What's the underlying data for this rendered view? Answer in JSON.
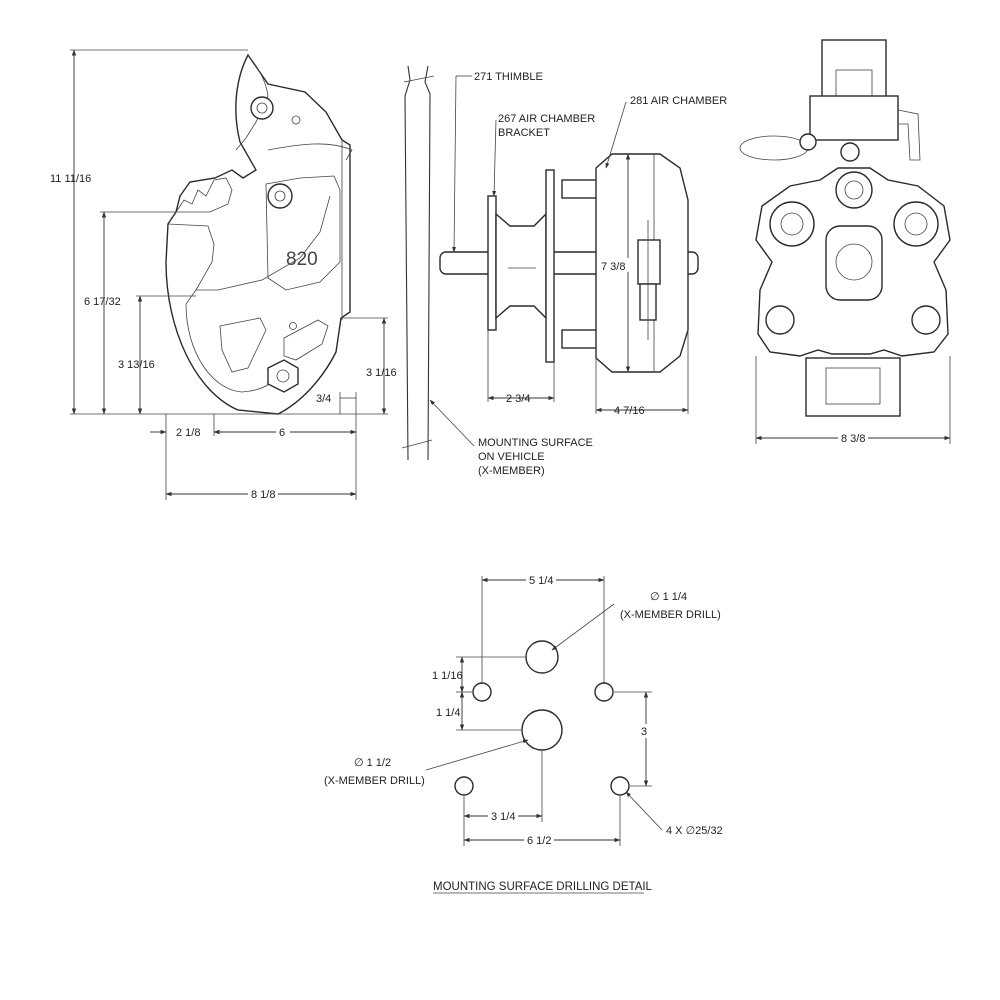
{
  "part_number": "820",
  "dimensions": {
    "overall_height": "11 11/16",
    "d_6_17_32": "6 17/32",
    "d_3_13_16": "3 13/16",
    "d_3_1_16": "3 1/16",
    "d_3_4": "3/4",
    "d_2_1_8": "2 1/8",
    "d_6": "6",
    "d_8_1_8": "8 1/8",
    "d_7_3_8": "7 3/8",
    "d_2_3_4": "2 3/4",
    "d_4_7_16": "4 7/16",
    "d_8_3_8": "8 3/8"
  },
  "callouts": {
    "thimble": "271 THIMBLE",
    "bracket_1": "267 AIR CHAMBER",
    "bracket_2": "BRACKET",
    "air_chamber": "281 AIR CHAMBER",
    "mount_1": "MOUNTING SURFACE",
    "mount_2": "ON VEHICLE",
    "mount_3": "(X-MEMBER)"
  },
  "drilling": {
    "title": "MOUNTING SURFACE DRILLING DETAIL",
    "d_5_1_4": "5 1/4",
    "d_1_1_16": "1 1/16",
    "d_1_1_4": "1 1/4",
    "d_3": "3",
    "d_3_1_4": "3 1/4",
    "d_6_1_2": "6 1/2",
    "top_hole_dia": "∅ 1 1/4",
    "top_hole_note": "(X-MEMBER DRILL)",
    "center_hole_dia": "∅ 1 1/2",
    "center_hole_note": "(X-MEMBER DRILL)",
    "bolt_holes": "4 X  ∅25/32"
  }
}
